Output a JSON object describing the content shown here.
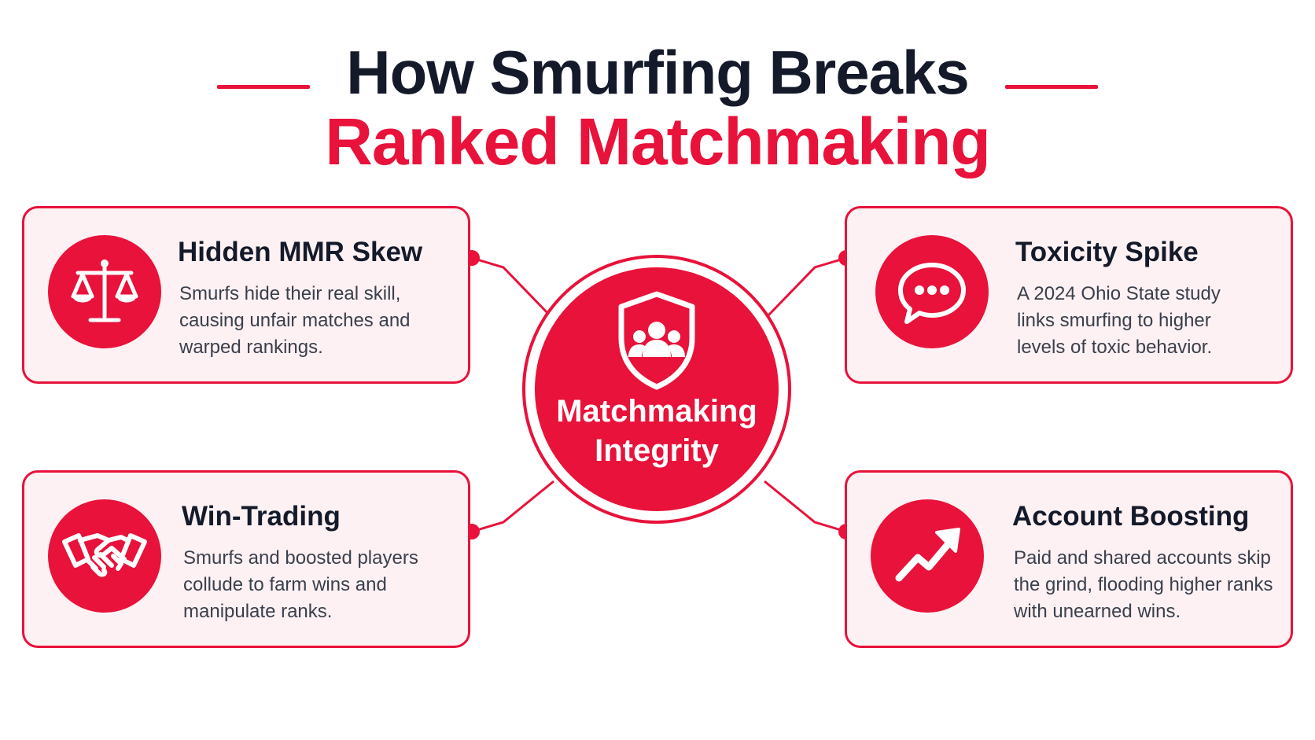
{
  "title": {
    "line1": "How Smurfing Breaks",
    "line2": "Ranked Matchmaking"
  },
  "hub": {
    "line1": "Matchmaking",
    "line2": "Integrity",
    "icon": "shield-people-icon"
  },
  "cards": [
    {
      "heading": "Hidden MMR Skew",
      "text": "Smurfs hide their real skill, causing unfair matches and warped rankings.",
      "icon": "scales-icon"
    },
    {
      "heading": "Toxicity Spike",
      "text": "A 2024 Ohio State study links smurfing to higher levels of toxic behavior.",
      "icon": "chat-bubble-icon"
    },
    {
      "heading": "Win-Trading",
      "text": "Smurfs and boosted players collude to farm wins and manipulate ranks.",
      "icon": "handshake-icon"
    },
    {
      "heading": "Account Boosting",
      "text": "Paid and shared accounts skip the grind, flooding higher ranks with unearned wins.",
      "icon": "trend-up-icon"
    }
  ],
  "colors": {
    "accent": "#e8123a",
    "dark_text": "#141a2a",
    "card_fill": "#fdf1f3"
  }
}
